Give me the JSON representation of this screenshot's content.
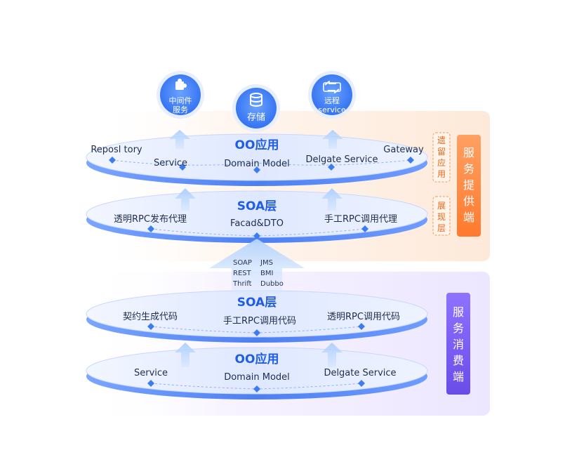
{
  "bubbles": [
    {
      "icon": "puzzle-icon",
      "lines": [
        "中间件",
        "服务"
      ]
    },
    {
      "icon": "database-icon",
      "lines": [
        "存储"
      ]
    },
    {
      "icon": "exchange-arrows-icon",
      "lines": [
        "远程",
        "service"
      ]
    }
  ],
  "provider": {
    "side_label": "服务提供端",
    "legacy_tag": "遗留应用",
    "presentation_tag": "展现层",
    "oo_layer": {
      "title": "OO应用",
      "items": [
        "Reposl tory",
        "Service",
        "Domain Model",
        "Delgate Service",
        "Gateway"
      ]
    },
    "soa_layer": {
      "title": "SOA层",
      "items": [
        "透明RPC发布代理",
        "Facad&DTO",
        "手工RPC调用代理"
      ]
    }
  },
  "protocols": {
    "left": [
      "SOAP",
      "REST",
      "Thrift"
    ],
    "right": [
      "JMS",
      "BMI",
      "Dubbo"
    ]
  },
  "consumer": {
    "side_label": "服务消费端",
    "soa_layer": {
      "title": "SOA层",
      "items": [
        "契约生成代码",
        "手工RPC调用代码",
        "透明RPC调用代码"
      ]
    },
    "oo_layer": {
      "title": "OO应用",
      "items": [
        "Service",
        "Domain Model",
        "Delgate Service"
      ]
    }
  },
  "colors": {
    "title_blue": "#1f5de8",
    "provider_bar": "#ff8a3d",
    "consumer_bar": "#7a5cf0",
    "diamond": "#3d7cf0"
  }
}
